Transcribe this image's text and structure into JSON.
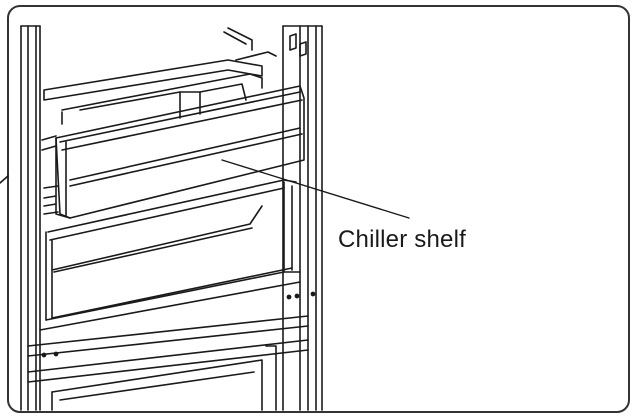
{
  "figure": {
    "callout": {
      "label": "Chiller shelf"
    },
    "colors": {
      "line": "#1a1a1a",
      "frame": "#333333",
      "background": "#ffffff"
    },
    "icons": [
      "refrigerator-interior-illustration",
      "chiller-drawer",
      "leader-line"
    ]
  }
}
